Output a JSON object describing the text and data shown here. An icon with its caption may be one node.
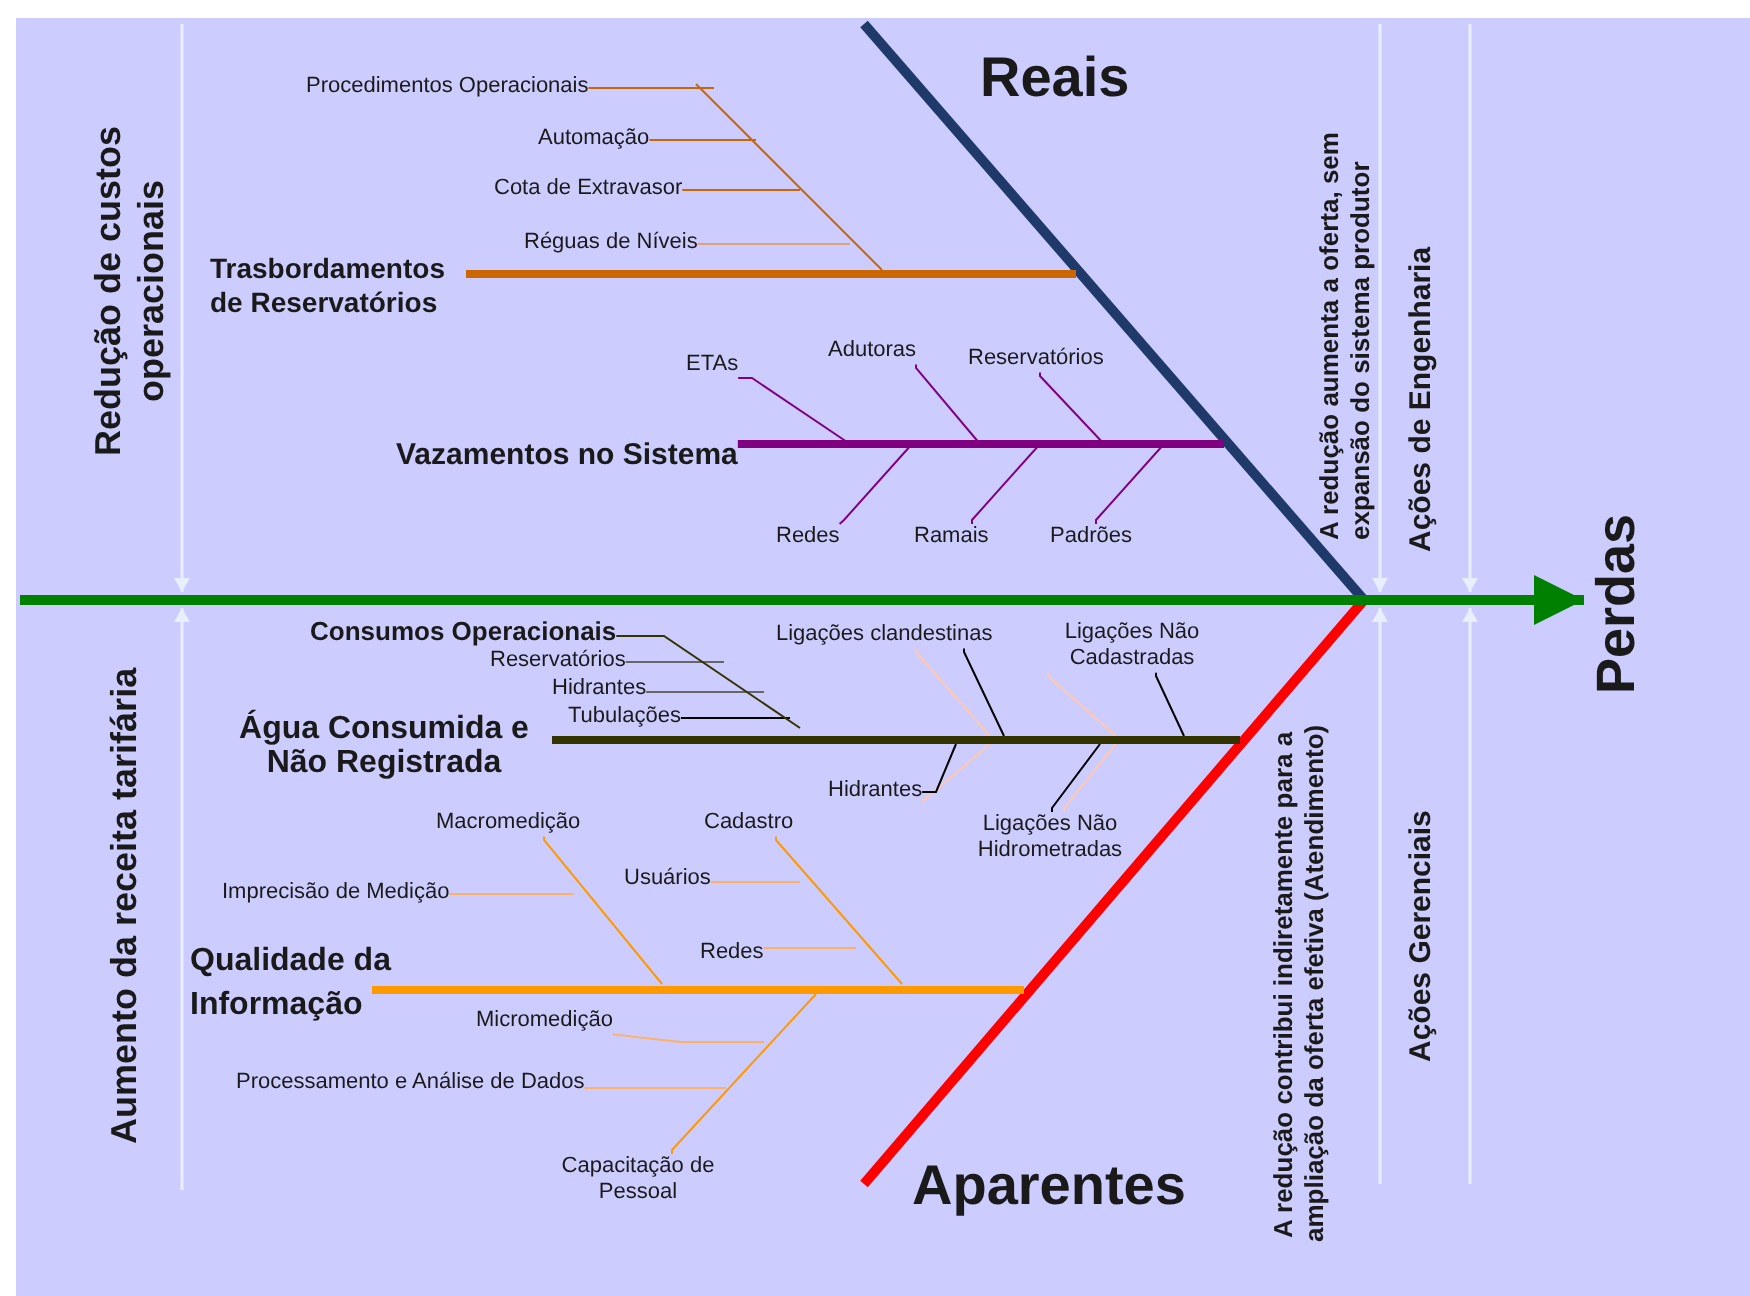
{
  "diagram": {
    "nodes": [
      {
        "text": [
          "Perdas"
        ]
      },
      {
        "text": [
          "Trasbordamentos de Reservatórios"
        ]
      },
      {
        "text": [
          "Procedimentos Operacionais"
        ]
      },
      {
        "text": [
          "Automação"
        ]
      },
      {
        "text": [
          "Cota de Extravasor"
        ]
      },
      {
        "text": [
          "Réguas de Níveis"
        ]
      },
      {
        "text": [
          "Vazamentos no Sistema"
        ]
      },
      {
        "text": [
          "ETAs"
        ]
      },
      {
        "text": [
          "Adutoras"
        ]
      },
      {
        "text": [
          "Reservatórios"
        ]
      },
      {
        "text": [
          "Redes"
        ]
      },
      {
        "text": [
          "Ramais"
        ]
      },
      {
        "text": [
          "Padrões"
        ]
      },
      {
        "text": [
          "Consumos Operacionais"
        ]
      },
      {
        "text": [
          "Reservatórios"
        ]
      },
      {
        "text": [
          "Hidrantes"
        ]
      },
      {
        "text": [
          "Tubulações"
        ]
      },
      {
        "text": [
          "Água Consumida e Não Registrada"
        ]
      },
      {
        "text": [
          "Ligações clandestinas"
        ]
      },
      {
        "text": [
          "Ligações Não Cadastradas"
        ]
      },
      {
        "text": [
          "Hidrantes"
        ]
      },
      {
        "text": [
          "Ligações Não Hidrometradas"
        ]
      },
      {
        "text": [
          "Macromedição"
        ]
      },
      {
        "text": [
          "Cadastro"
        ]
      },
      {
        "text": [
          "Imprecisão de Medição"
        ]
      },
      {
        "text": [
          "Usuários"
        ]
      },
      {
        "text": [
          "Redes"
        ]
      },
      {
        "text": [
          "Qualidade da Informação"
        ]
      },
      {
        "text": [
          "Micromedição"
        ]
      },
      {
        "text": [
          "Processamento e Análise de Dados"
        ]
      },
      {
        "text": [
          "Capacitação de Pessoal"
        ]
      }
    ],
    "edges": [
      {
        "from": null,
        "to": 0,
        "arrow": "to",
        "style": "thick",
        "color": "#008000"
      },
      {
        "from": 1,
        "to": null,
        "arrow": "none",
        "style": "thick",
        "color": "#cc6600"
      },
      {
        "from": 2,
        "to": null,
        "arrow": "none",
        "color": "#cc6600"
      },
      {
        "from": 3,
        "to": null,
        "arrow": "none",
        "color": "#cc6600"
      },
      {
        "from": 4,
        "to": null,
        "arrow": "none",
        "color": "#cc6600"
      },
      {
        "from": 5,
        "to": null,
        "arrow": "none",
        "color": "#e0a070"
      },
      {
        "from": 6,
        "to": null,
        "arrow": "none",
        "style": "thick",
        "color": "#800080"
      },
      {
        "from": 7,
        "to": null,
        "arrow": "none",
        "color": "#800080"
      },
      {
        "from": 8,
        "to": null,
        "arrow": "none",
        "color": "#800080"
      },
      {
        "from": 9,
        "to": null,
        "arrow": "none",
        "color": "#800080"
      },
      {
        "from": 10,
        "to": null,
        "arrow": "none",
        "color": "#800080"
      },
      {
        "from": 11,
        "to": null,
        "arrow": "none",
        "color": "#800080"
      },
      {
        "from": 12,
        "to": null,
        "arrow": "none",
        "color": "#800080"
      },
      {
        "from": 13,
        "to": null,
        "arrow": "none",
        "color": "#333300"
      },
      {
        "from": 14,
        "to": null,
        "arrow": "none",
        "color": "#666666"
      },
      {
        "from": 15,
        "to": null,
        "arrow": "none",
        "color": "#666666"
      },
      {
        "from": 16,
        "to": null,
        "arrow": "none",
        "color": "#000000"
      },
      {
        "from": 17,
        "to": null,
        "arrow": "none",
        "style": "thick",
        "color": "#333300"
      },
      {
        "from": 18,
        "to": null,
        "arrow": "none",
        "color": "#000000"
      },
      {
        "from": 19,
        "to": null,
        "arrow": "none",
        "color": "#000000"
      },
      {
        "from": 20,
        "to": null,
        "arrow": "none",
        "color": "#000000"
      },
      {
        "from": 21,
        "to": null,
        "arrow": "none",
        "color": "#000000"
      },
      {
        "from": 22,
        "to": null,
        "arrow": "none",
        "color": "#ff9900"
      },
      {
        "from": 23,
        "to": null,
        "arrow": "none",
        "color": "#ff9900"
      },
      {
        "from": 24,
        "to": null,
        "arrow": "none",
        "color": "#ffb060"
      },
      {
        "from": 25,
        "to": null,
        "arrow": "none",
        "color": "#ffb060"
      },
      {
        "from": 26,
        "to": null,
        "arrow": "none",
        "color": "#ffb060"
      },
      {
        "from": 27,
        "to": null,
        "arrow": "none",
        "style": "thick",
        "color": "#ff9900"
      },
      {
        "from": 28,
        "to": null,
        "arrow": "none",
        "color": "#ffb060"
      },
      {
        "from": 29,
        "to": null,
        "arrow": "none",
        "color": "#ffb060"
      },
      {
        "from": 30,
        "to": null,
        "arrow": "none",
        "color": "#ff9900"
      },
      {
        "from": 18,
        "to": null,
        "arrow": "none",
        "color": "#ffc8b0"
      },
      {
        "from": 20,
        "to": null,
        "arrow": "none",
        "color": "#ffc8b0"
      },
      {
        "from": 19,
        "to": null,
        "arrow": "none",
        "color": "#ffc8b0"
      },
      {
        "from": 21,
        "to": null,
        "arrow": "none",
        "color": "#ffc8b0"
      },
      {
        "from": null,
        "to": 0,
        "arrow": "none",
        "style": "thick",
        "color": "#1f3a6a"
      },
      {
        "from": null,
        "to": 0,
        "arrow": "none",
        "style": "thick",
        "color": "#ff0000"
      }
    ],
    "labels": [
      "Reais",
      "Redução de custos operacionais",
      "A redução aumenta a oferta, sem expansão do sistema produtor",
      "Ações de Engenharia",
      "Aumento da receita tarifária",
      "A redução contribui indiretamente para a ampliação da oferta efetiva (Atendimento)",
      "Ações Gerenciais",
      "Aparentes"
    ]
  }
}
